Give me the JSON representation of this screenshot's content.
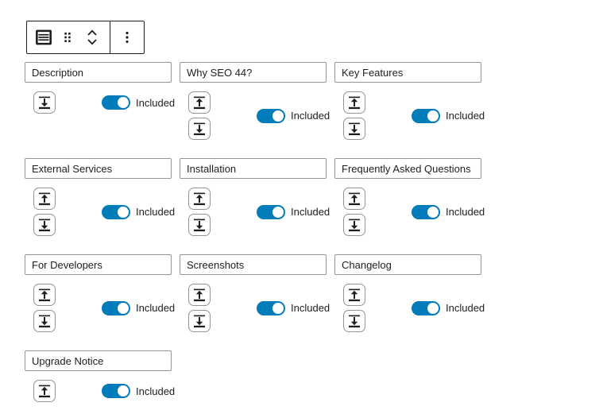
{
  "toolbar": {
    "icons": [
      "table-of-contents-icon",
      "drag-handle-icon",
      "chevron-up-icon",
      "chevron-down-icon",
      "ellipsis-icon"
    ]
  },
  "included_label": "Included",
  "icon_names": {
    "move_up": "move-up-icon",
    "move_down": "move-down-icon"
  },
  "colors": {
    "accent": "#007cba",
    "input_border": "#949494",
    "toolbar_border": "#1e1e1e",
    "text": "#1e1e1e"
  },
  "sections": [
    {
      "title": "Description",
      "can_move_up": false,
      "can_move_down": true,
      "included": true
    },
    {
      "title": "Why SEO 44?",
      "can_move_up": true,
      "can_move_down": true,
      "included": true
    },
    {
      "title": "Key Features",
      "can_move_up": true,
      "can_move_down": true,
      "included": true
    },
    {
      "title": "External Services",
      "can_move_up": true,
      "can_move_down": true,
      "included": true
    },
    {
      "title": "Installation",
      "can_move_up": true,
      "can_move_down": true,
      "included": true
    },
    {
      "title": "Frequently Asked Questions",
      "can_move_up": true,
      "can_move_down": true,
      "included": true
    },
    {
      "title": "For Developers",
      "can_move_up": true,
      "can_move_down": true,
      "included": true
    },
    {
      "title": "Screenshots",
      "can_move_up": true,
      "can_move_down": true,
      "included": true
    },
    {
      "title": "Changelog",
      "can_move_up": true,
      "can_move_down": true,
      "included": true
    },
    {
      "title": "Upgrade Notice",
      "can_move_up": true,
      "can_move_down": false,
      "included": true
    }
  ]
}
